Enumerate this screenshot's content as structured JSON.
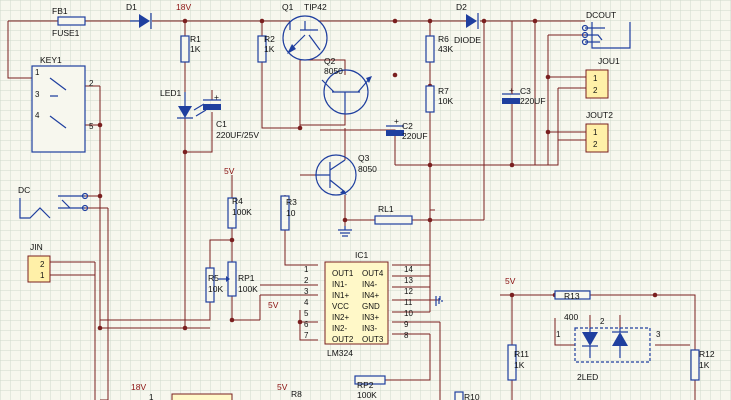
{
  "designators": {
    "fb1": "FB1",
    "d1": "D1",
    "q1": "Q1",
    "d2": "D2",
    "q2": "Q2",
    "q3": "Q3",
    "key1": "KEY1",
    "dc": "DC",
    "jin": "JIN",
    "led1": "LED1",
    "r1": "R1",
    "r2": "R2",
    "r3": "R3",
    "r4": "R4",
    "r5": "R5",
    "r6": "R6",
    "r7": "R7",
    "r10": "R10",
    "r11": "R11",
    "r12": "R12",
    "r13": "R13",
    "rp1": "RP1",
    "rp2": "RP2",
    "rl1": "RL1",
    "c1": "C1",
    "c2": "C2",
    "c3": "C3",
    "ic1": "IC1",
    "jou1": "JOU1",
    "jout2": "JOUT2",
    "dcout": "DCOUT",
    "r8": "R8"
  },
  "values": {
    "fb1": "FUSE1",
    "q1": "TIP42",
    "q2": "8050",
    "q3": "8050",
    "d2": "DIODE",
    "r1": "1K",
    "r2": "1K",
    "r3": "10",
    "r4": "100K",
    "r5": "10K",
    "r6": "43K",
    "r7": "10K",
    "r11": "1K",
    "r12": "1K",
    "r13": "400",
    "rp1": "100K",
    "rp2": "100K",
    "c1": "220UF/25V",
    "c2": "220UF",
    "c3": "220UF",
    "ic1": "LM324",
    "led2": "2LED"
  },
  "nets": {
    "v18_top": "18V",
    "v5_r4": "5V",
    "v5_ic": "5V",
    "v5_right": "5V",
    "v18_bottom": "18V",
    "v5_bottom": "5V"
  },
  "lm324": {
    "left_pins": [
      {
        "num": "1",
        "name": "OUT1"
      },
      {
        "num": "2",
        "name": "IN1-"
      },
      {
        "num": "3",
        "name": "IN1+"
      },
      {
        "num": "4",
        "name": "VCC"
      },
      {
        "num": "5",
        "name": "IN2+"
      },
      {
        "num": "6",
        "name": "IN2-"
      },
      {
        "num": "7",
        "name": "OUT2"
      }
    ],
    "right_pins": [
      {
        "num": "14",
        "name": "OUT4"
      },
      {
        "num": "13",
        "name": "IN4-"
      },
      {
        "num": "12",
        "name": "IN4+"
      },
      {
        "num": "11",
        "name": "GND"
      },
      {
        "num": "10",
        "name": "IN3+"
      },
      {
        "num": "9",
        "name": "IN3-"
      },
      {
        "num": "8",
        "name": "OUT3"
      }
    ]
  },
  "pins": {
    "key1": [
      "1",
      "3",
      "4",
      "2",
      "5"
    ],
    "jin": [
      "2",
      "1"
    ],
    "jou1": [
      "1",
      "2"
    ],
    "jout2": [
      "1",
      "2"
    ],
    "led2": [
      "1",
      "2",
      "3"
    ],
    "ic_bottom": "1"
  },
  "colors": {
    "wire": "#7a1f1f",
    "part": "#1f3f9f",
    "grid": "#cfd8cc",
    "background": "#f7f7ee",
    "ic_fill": "#fff8c8"
  }
}
